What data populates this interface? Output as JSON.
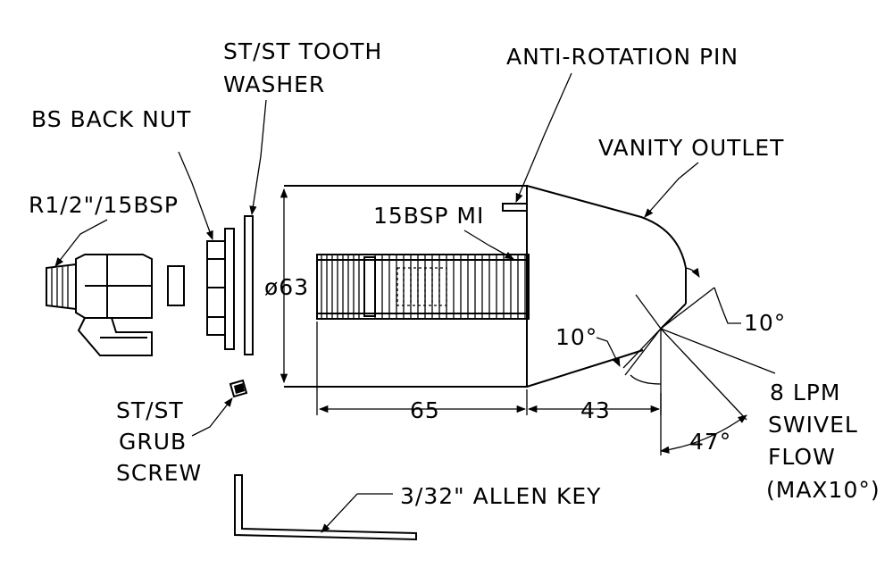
{
  "labels": {
    "tooth_washer_line1": "ST/ST TOOTH",
    "tooth_washer_line2": "WASHER",
    "anti_rotation_pin": "ANTI-ROTATION PIN",
    "back_nut": "BS BACK NUT",
    "vanity_outlet": "VANITY OUTLET",
    "thread_spec": "R1/2\"/15BSP",
    "mi_thread": "15BSP MI",
    "diameter": "ø63",
    "angle_right": "10°",
    "angle_left": "10°",
    "grub_line1": "ST/ST",
    "grub_line2": "GRUB",
    "grub_line3": "SCREW",
    "dim_length": "65",
    "dim_nozzle": "43",
    "swivel_angle": "47°",
    "flow_line1": "8 LPM",
    "flow_line2": "SWIVEL",
    "flow_line3": "FLOW",
    "flow_line4": "(MAX10°)",
    "allen_key": "3/32\" ALLEN KEY"
  },
  "colors": {
    "line": "#000000",
    "background": "#ffffff"
  }
}
